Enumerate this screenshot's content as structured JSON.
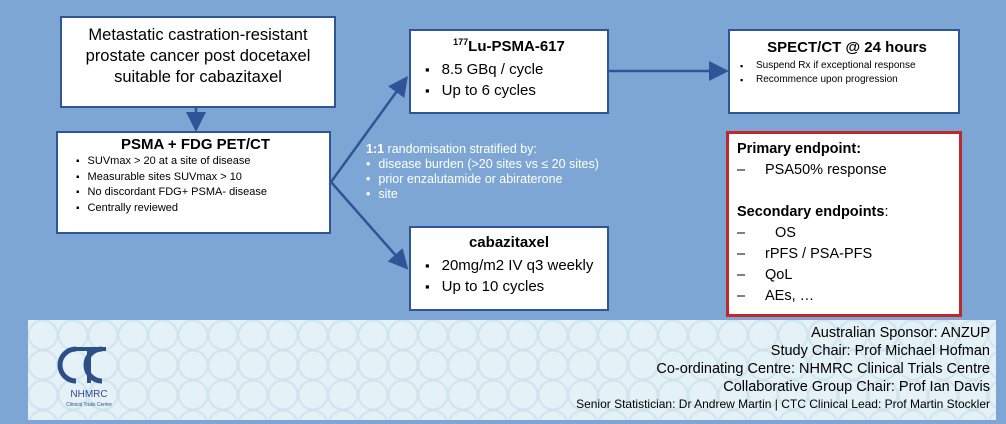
{
  "box_patient": "Metastatic castration-resistant prostate cancer post docetaxel suitable for cabazitaxel",
  "box_pet": {
    "title": "PSMA + FDG PET/CT",
    "items": [
      "SUVmax > 20 at a site of disease",
      "Measurable sites SUVmax > 10",
      "No discordant FDG+ PSMA- disease",
      "Centrally reviewed"
    ]
  },
  "box_lu": {
    "title_sup": "177",
    "title": "Lu-PSMA-617",
    "items": [
      "8.5 GBq / cycle",
      "Up to 6 cycles"
    ]
  },
  "box_cab": {
    "title": "cabazitaxel",
    "items": [
      "20mg/m2 IV q3 weekly",
      "Up to 10 cycles"
    ]
  },
  "box_spect": {
    "title": "SPECT/CT @ 24 hours",
    "items": [
      "Suspend Rx if exceptional response",
      "Recommence upon progression"
    ]
  },
  "randomisation": {
    "ratio": "1:1",
    "text": " randomisation stratified by:",
    "items": [
      "disease burden (>20 sites vs ≤ 20 sites)",
      "prior enzalutamide or abiraterone",
      "site"
    ]
  },
  "endpoints": {
    "primary_title": "Primary endpoint:",
    "primary_items": [
      "PSA50% response"
    ],
    "secondary_title": "Secondary endpoints",
    "secondary_colon": ":",
    "secondary_items": [
      "OS",
      "rPFS / PSA-PFS",
      "QoL",
      "AEs, …"
    ]
  },
  "logo": {
    "org": "NHMRC",
    "sub": "Clinical Trials Centre"
  },
  "credits": [
    "Australian Sponsor: ANZUP",
    "Study Chair: Prof Michael Hofman",
    "Co-ordinating Centre: NHMRC Clinical Trials Centre",
    "Collaborative Group Chair: Prof Ian Davis"
  ],
  "credits_small": "Senior Statistician: Dr Andrew Martin | CTC Clinical Lead: Prof Martin Stockler",
  "colors": {
    "background": "#7ea6d5",
    "box_border": "#2f5597",
    "endpoint_border": "#c0282d",
    "footer": "#e4f1f6"
  }
}
